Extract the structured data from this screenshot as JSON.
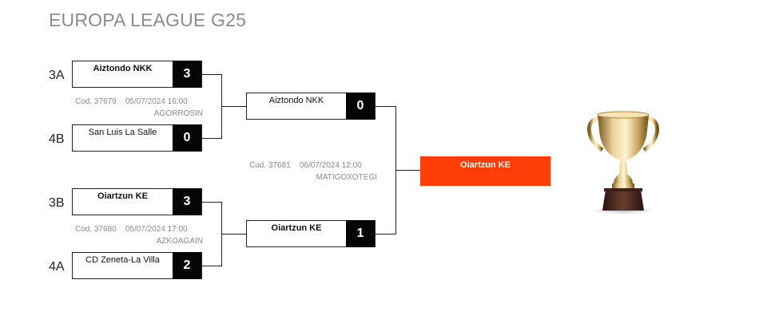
{
  "title": "EUROPA LEAGUE G25",
  "semifinals": [
    {
      "top": {
        "seed": "3A",
        "name": "Aiztondo NKK",
        "score": "3"
      },
      "bottom": {
        "seed": "4B",
        "name": "San Luis La Salle",
        "score": "0"
      },
      "code": "Cod. 37679",
      "datetime": "05/07/2024 16:00",
      "venue": "AGORROSIN"
    },
    {
      "top": {
        "seed": "3B",
        "name": "Oiartzun KE",
        "score": "3"
      },
      "bottom": {
        "seed": "4A",
        "name": "CD Zeneta-La Villa",
        "score": "2"
      },
      "code": "Cod. 37680",
      "datetime": "05/07/2024 17:00",
      "venue": "AZKOAGAIN"
    }
  ],
  "final": {
    "top": {
      "name": "Aiztondo NKK",
      "score": "0"
    },
    "bottom": {
      "name": "Oiartzun KE",
      "score": "1"
    },
    "code": "Cod. 37681",
    "datetime": "06/07/2024 12:00",
    "venue": "MATIGOXOTEGI"
  },
  "champion": {
    "name": "Oiartzun KE",
    "color": "#ff3d07"
  },
  "trophy_icon": "trophy-icon"
}
